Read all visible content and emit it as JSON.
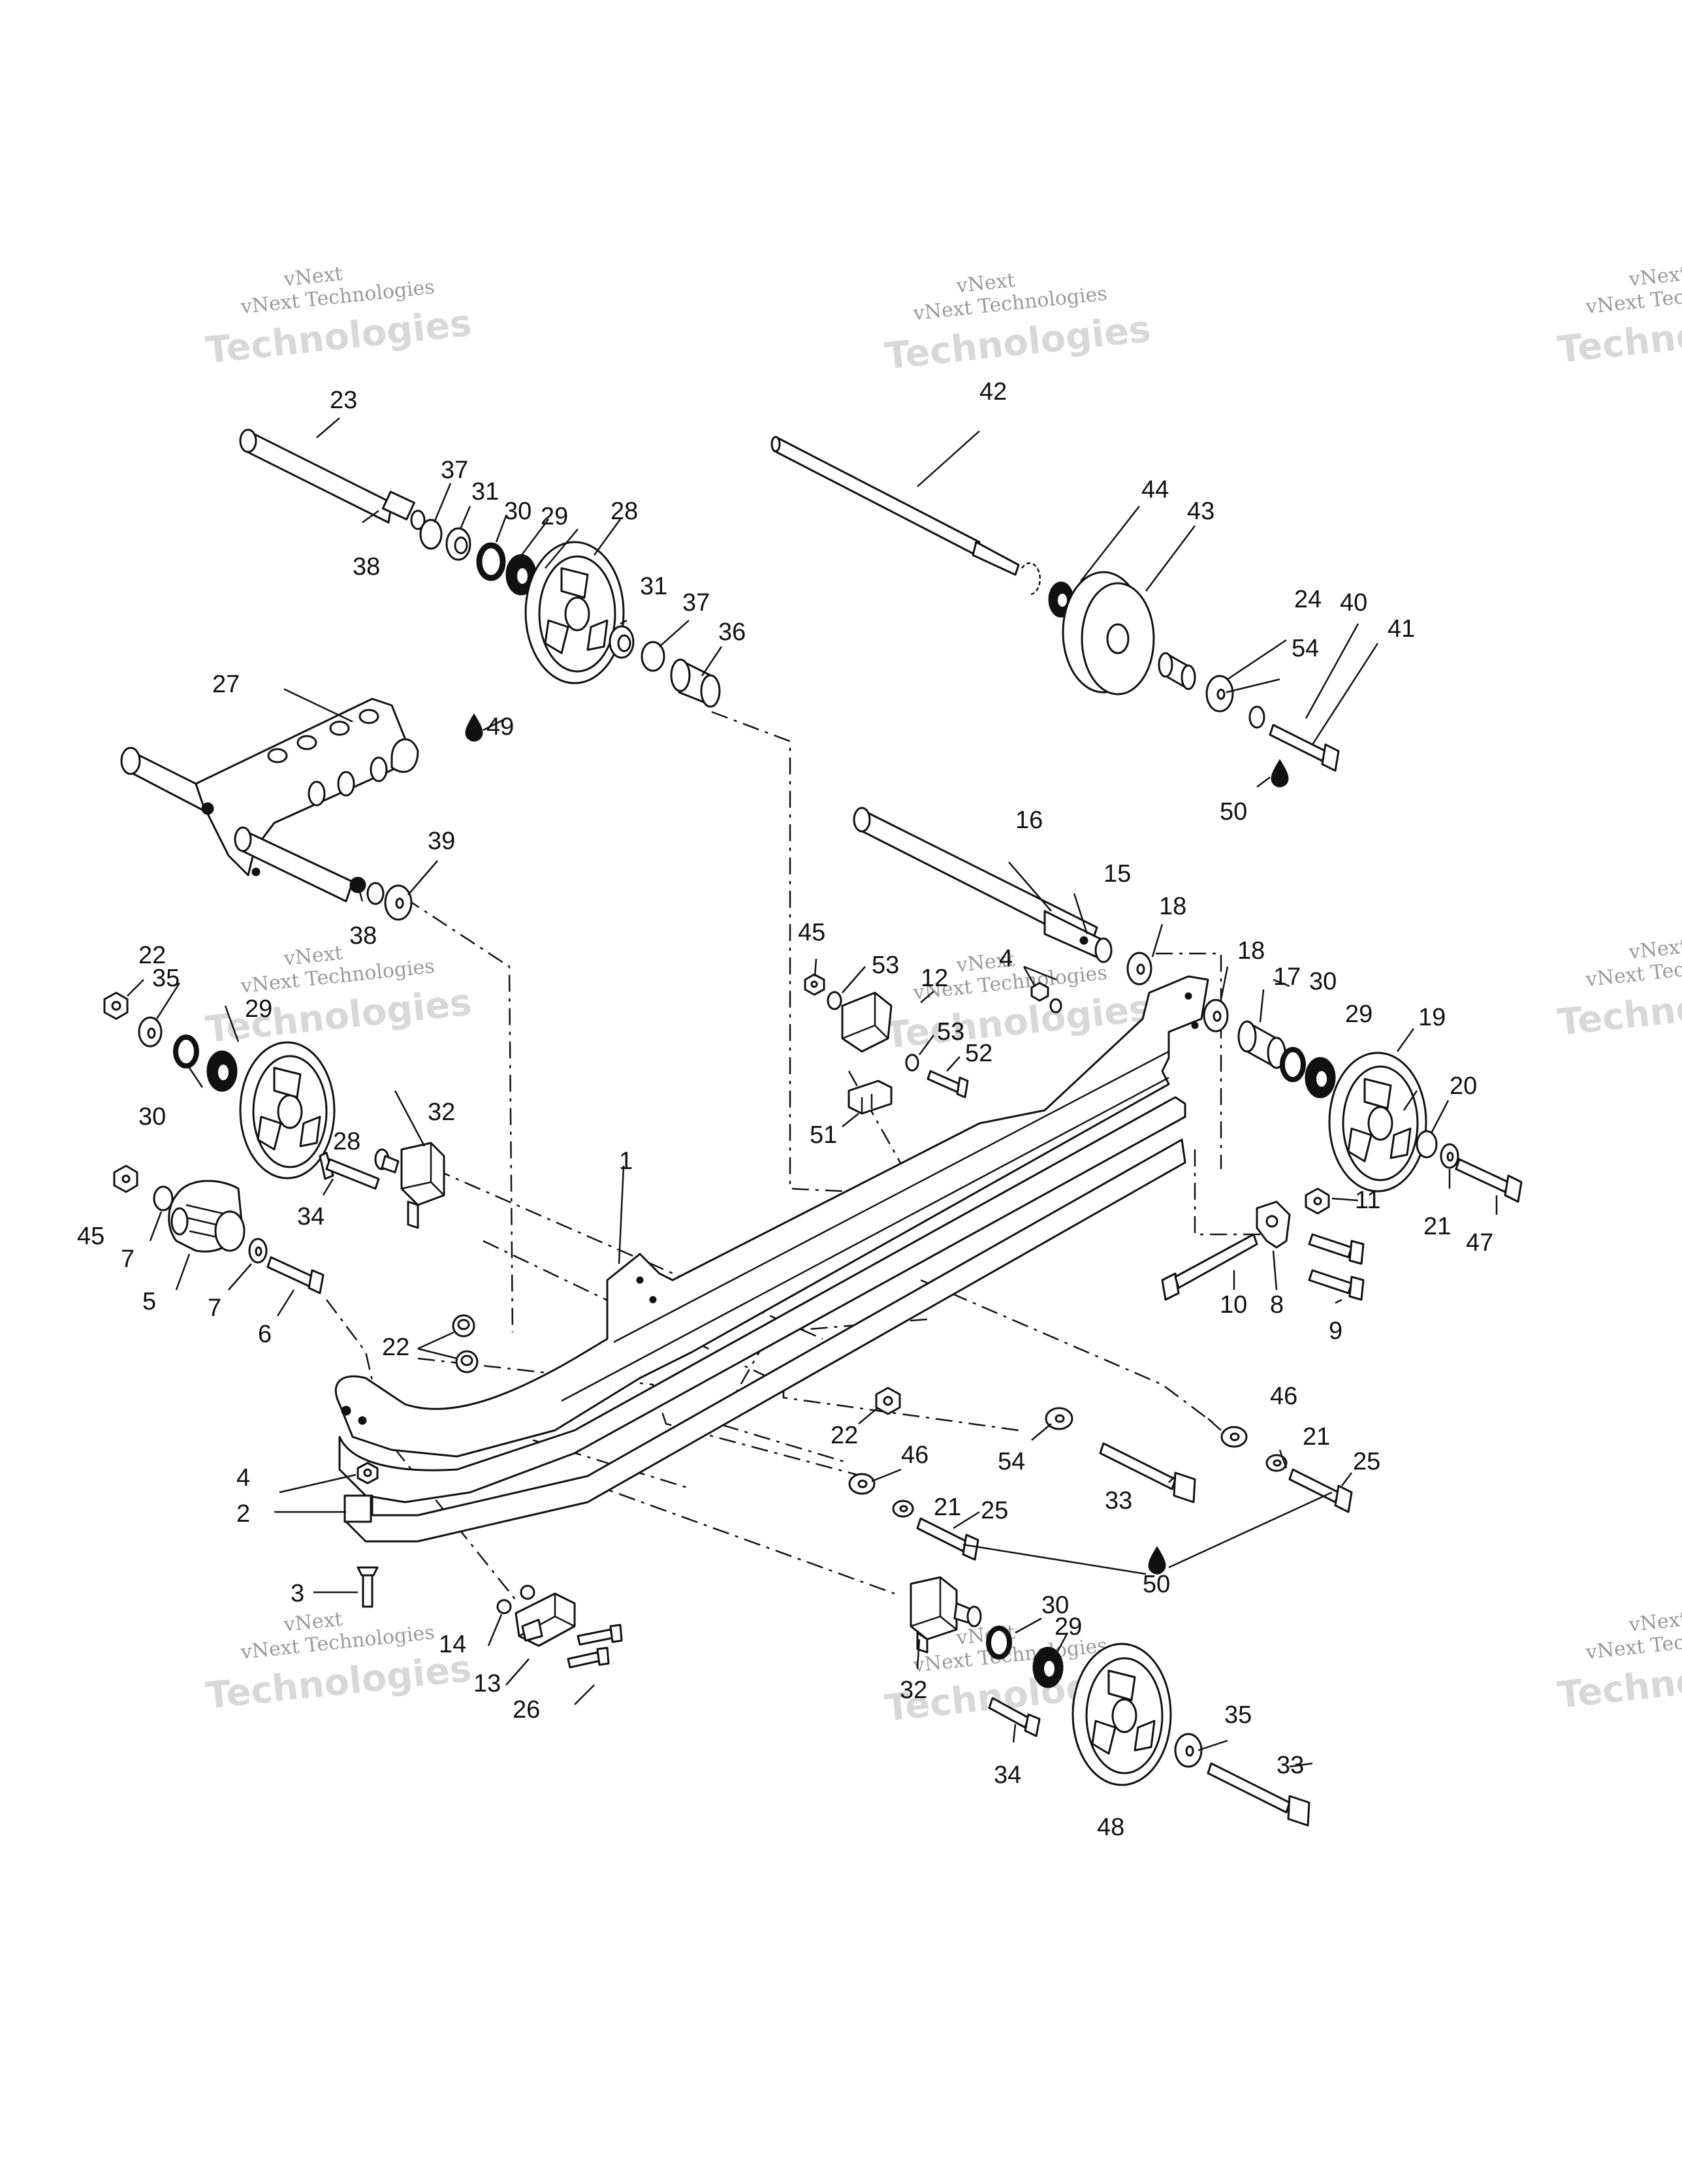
{
  "watermark": {
    "brand_top": "vNext",
    "brand_line": "vNext Technologies",
    "brand_big": "Technologies"
  },
  "labels": [
    {
      "id": "1",
      "text": "1"
    },
    {
      "id": "2",
      "text": "2"
    },
    {
      "id": "3",
      "text": "3"
    },
    {
      "id": "4a",
      "text": "4"
    },
    {
      "id": "4b",
      "text": "4"
    },
    {
      "id": "5",
      "text": "5"
    },
    {
      "id": "6",
      "text": "6"
    },
    {
      "id": "7a",
      "text": "7"
    },
    {
      "id": "7b",
      "text": "7"
    },
    {
      "id": "8",
      "text": "8"
    },
    {
      "id": "9",
      "text": "9"
    },
    {
      "id": "10",
      "text": "10"
    },
    {
      "id": "11",
      "text": "11"
    },
    {
      "id": "12",
      "text": "12"
    },
    {
      "id": "13",
      "text": "13"
    },
    {
      "id": "14",
      "text": "14"
    },
    {
      "id": "15",
      "text": "15"
    },
    {
      "id": "16",
      "text": "16"
    },
    {
      "id": "17",
      "text": "17"
    },
    {
      "id": "18a",
      "text": "18"
    },
    {
      "id": "18b",
      "text": "18"
    },
    {
      "id": "19",
      "text": "19"
    },
    {
      "id": "20",
      "text": "20"
    },
    {
      "id": "21a",
      "text": "21"
    },
    {
      "id": "21b",
      "text": "21"
    },
    {
      "id": "21c",
      "text": "21"
    },
    {
      "id": "22a",
      "text": "22"
    },
    {
      "id": "22b",
      "text": "22"
    },
    {
      "id": "22c",
      "text": "22"
    },
    {
      "id": "23",
      "text": "23"
    },
    {
      "id": "24",
      "text": "24"
    },
    {
      "id": "25a",
      "text": "25"
    },
    {
      "id": "25b",
      "text": "25"
    },
    {
      "id": "26",
      "text": "26"
    },
    {
      "id": "27",
      "text": "27"
    },
    {
      "id": "28a",
      "text": "28"
    },
    {
      "id": "28b",
      "text": "28"
    },
    {
      "id": "29a",
      "text": "29"
    },
    {
      "id": "29b",
      "text": "29"
    },
    {
      "id": "29c",
      "text": "29"
    },
    {
      "id": "29d",
      "text": "29"
    },
    {
      "id": "30a",
      "text": "30"
    },
    {
      "id": "30b",
      "text": "30"
    },
    {
      "id": "30c",
      "text": "30"
    },
    {
      "id": "30d",
      "text": "30"
    },
    {
      "id": "31a",
      "text": "31"
    },
    {
      "id": "31b",
      "text": "31"
    },
    {
      "id": "32a",
      "text": "32"
    },
    {
      "id": "32b",
      "text": "32"
    },
    {
      "id": "33a",
      "text": "33"
    },
    {
      "id": "33b",
      "text": "33"
    },
    {
      "id": "34a",
      "text": "34"
    },
    {
      "id": "34b",
      "text": "34"
    },
    {
      "id": "35a",
      "text": "35"
    },
    {
      "id": "35b",
      "text": "35"
    },
    {
      "id": "36",
      "text": "36"
    },
    {
      "id": "37a",
      "text": "37"
    },
    {
      "id": "37b",
      "text": "37"
    },
    {
      "id": "38a",
      "text": "38"
    },
    {
      "id": "38b",
      "text": "38"
    },
    {
      "id": "39",
      "text": "39"
    },
    {
      "id": "40",
      "text": "40"
    },
    {
      "id": "41",
      "text": "41"
    },
    {
      "id": "42",
      "text": "42"
    },
    {
      "id": "43",
      "text": "43"
    },
    {
      "id": "44",
      "text": "44"
    },
    {
      "id": "45a",
      "text": "45"
    },
    {
      "id": "45b",
      "text": "45"
    },
    {
      "id": "46a",
      "text": "46"
    },
    {
      "id": "46b",
      "text": "46"
    },
    {
      "id": "47",
      "text": "47"
    },
    {
      "id": "48",
      "text": "48"
    },
    {
      "id": "49",
      "text": "49"
    },
    {
      "id": "50a",
      "text": "50"
    },
    {
      "id": "50b",
      "text": "50"
    },
    {
      "id": "51",
      "text": "51"
    },
    {
      "id": "52",
      "text": "52"
    },
    {
      "id": "53a",
      "text": "53"
    },
    {
      "id": "53b",
      "text": "53"
    },
    {
      "id": "54a",
      "text": "54"
    },
    {
      "id": "54b",
      "text": "54"
    }
  ]
}
